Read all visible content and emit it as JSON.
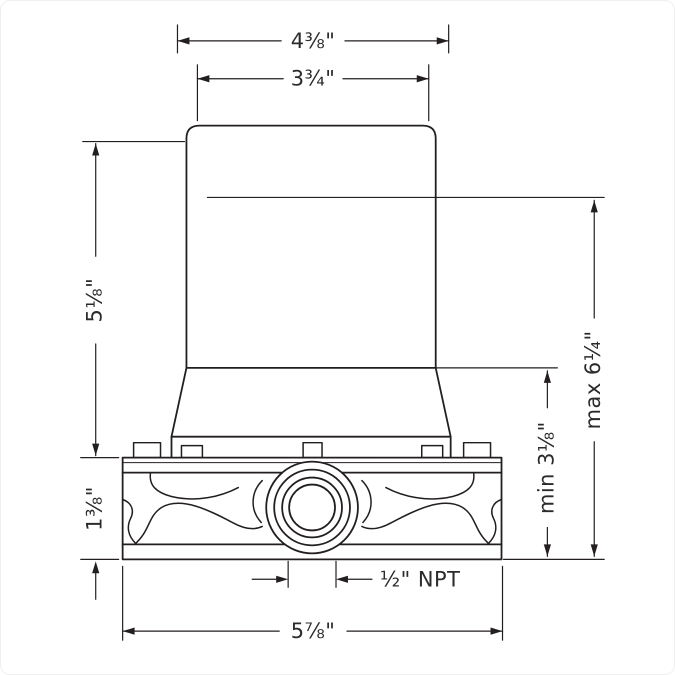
{
  "page": {
    "background": "#ffffff",
    "line_color": "#231f20"
  },
  "dimensions": {
    "top_width": "4⅜\"",
    "plate_width": "3¾\"",
    "upper_height": "5⅛\"",
    "lower_height": "1⅜\"",
    "bottom_width": "5⅞\"",
    "connection": "½\" NPT",
    "min_depth": "min 3⅛\"",
    "max_depth": "max 6¼\""
  }
}
